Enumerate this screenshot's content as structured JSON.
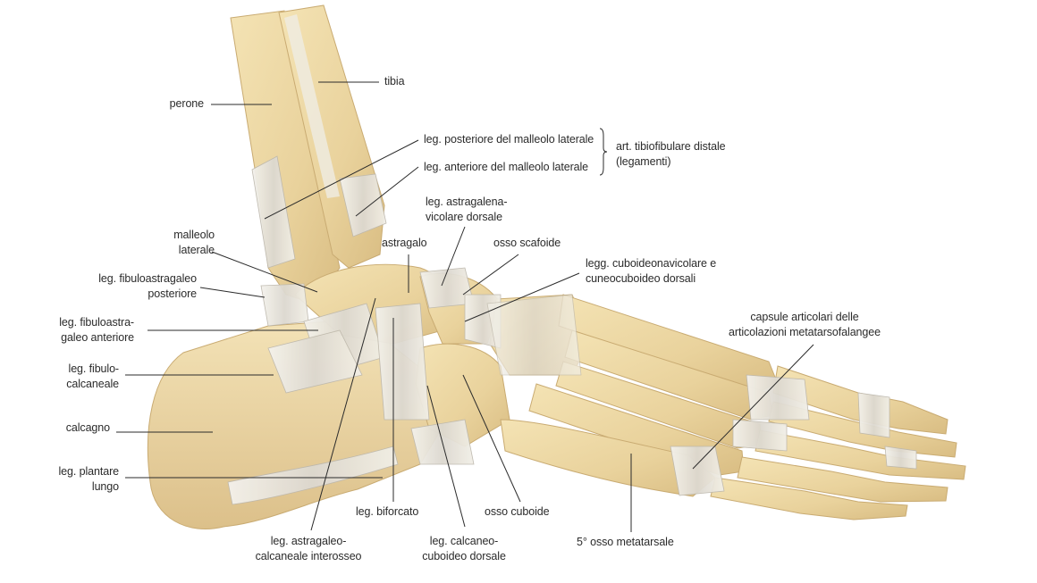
{
  "labels": {
    "perone": [
      "perone"
    ],
    "tibia": [
      "tibia"
    ],
    "leg_post_malleolo": [
      "leg. posteriore del malleolo laterale"
    ],
    "leg_ant_malleolo": [
      "leg. anteriore del malleolo laterale"
    ],
    "art_tibiofibulare": [
      "art. tibiofibulare distale",
      "(legamenti)"
    ],
    "leg_astragalenavicolare": [
      "leg. astragalena-",
      "vicolare dorsale"
    ],
    "astragalo": [
      "astragalo"
    ],
    "osso_scafoide": [
      "osso scafoide"
    ],
    "legg_cuboideonavicolare": [
      "legg. cuboideonavicolare e",
      "cuneocuboideo dorsali"
    ],
    "malleolo_laterale": [
      "malleolo",
      "laterale"
    ],
    "leg_fibuloastragaleo_post": [
      "leg. fibuloastragaleo",
      "posteriore"
    ],
    "leg_fibuloastragaleo_ant": [
      "leg. fibuloastra-",
      "galeo anteriore"
    ],
    "capsule_articolari": [
      "capsule articolari delle",
      "articolazioni metatarsofalangee"
    ],
    "leg_fibulocalcaneale": [
      "leg. fibulo-",
      "calcaneale"
    ],
    "calcagno": [
      "calcagno"
    ],
    "leg_plantare_lungo": [
      "leg. plantare",
      "lungo"
    ],
    "leg_biforcato": [
      "leg. biforcato"
    ],
    "osso_cuboide": [
      "osso cuboide"
    ],
    "quinto_metatarsale": [
      "5° osso metatarsale"
    ],
    "leg_astragaleocalcaneale": [
      "leg. astragaleo-",
      "calcaneale interosseo"
    ],
    "leg_calcaneocuboideo": [
      "leg. calcaneo-",
      "cuboideo dorsale"
    ]
  }
}
